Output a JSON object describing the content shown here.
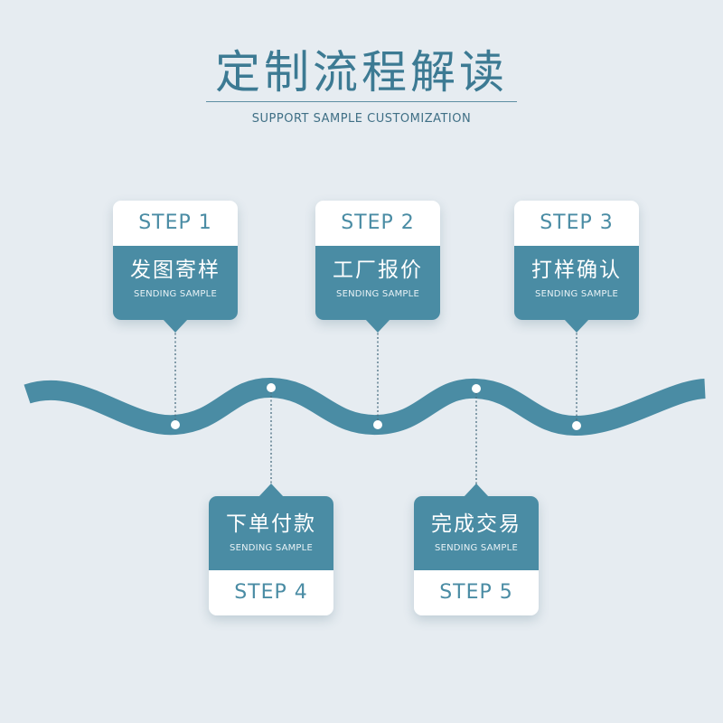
{
  "header": {
    "title": "定制流程解读",
    "subtitle": "SUPPORT SAMPLE CUSTOMIZATION"
  },
  "steps": [
    {
      "step": "STEP 1",
      "cn": "发图寄样",
      "en": "SENDING SAMPLE"
    },
    {
      "step": "STEP 2",
      "cn": "工厂报价",
      "en": "SENDING SAMPLE"
    },
    {
      "step": "STEP 3",
      "cn": "打样确认",
      "en": "SENDING SAMPLE"
    },
    {
      "step": "STEP 4",
      "cn": "下单付款",
      "en": "SENDING SAMPLE"
    },
    {
      "step": "STEP 5",
      "cn": "完成交易",
      "en": "SENDING SAMPLE"
    }
  ],
  "colors": {
    "background": "#e6ecf1",
    "accent": "#4a8ca4",
    "title": "#3c7a93",
    "card_top": "#ffffff"
  }
}
